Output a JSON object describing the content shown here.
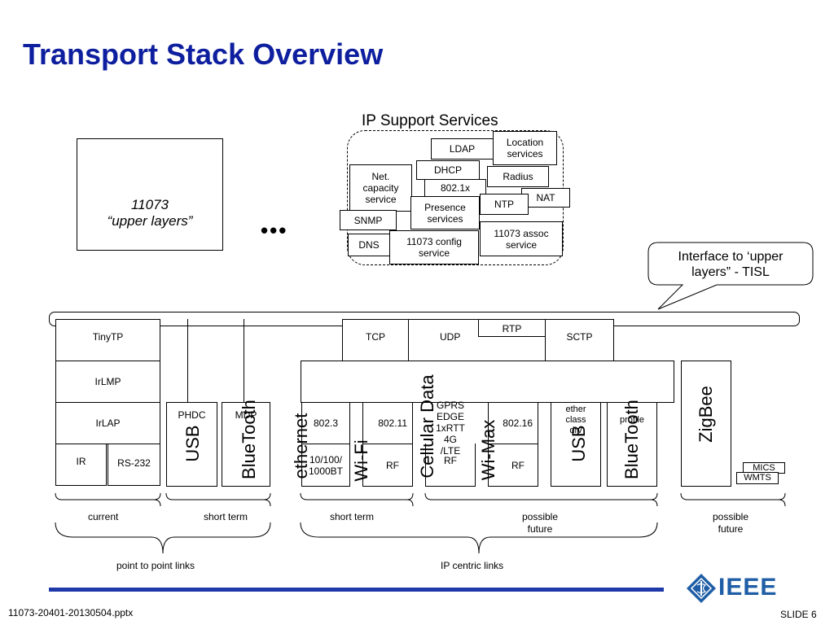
{
  "title": "Transport Stack Overview",
  "upper_layers": {
    "line1": "11073",
    "line2": "“upper layers”"
  },
  "ellipsis": "•••",
  "ip_support": {
    "title": "IP Support Services",
    "ldap": "LDAP",
    "location_services": "Location services",
    "dhcp": "DHCP",
    "radius": "Radius",
    "net_capacity": "Net. capacity service",
    "dot1x": "802.1x",
    "nat": "NAT",
    "presence": "Presence services",
    "ntp": "NTP",
    "snmp": "SNMP",
    "assoc": "11073 assoc service",
    "dns": "DNS",
    "config": "11073 config service"
  },
  "callout": "Interface to ‘upper layers” - TISL",
  "stack": {
    "tinytp": "TinyTP",
    "irlmp": "IrLMP",
    "irlap": "IrLAP",
    "ir": "IR",
    "rs232": "RS-232",
    "phdc": "PHDC",
    "mdp": "MDP",
    "usb": "USB",
    "bluetooth": "BlueTooth",
    "tcp": "TCP",
    "udp": "UDP",
    "rtp": "RTP",
    "sctp": "SCTP",
    "ethernet": "ethernet",
    "e8023": "802.3",
    "e10100": "10/100/ 1000BT",
    "wifi": "Wi-Fi",
    "e80211": "802.11",
    "rf": "RF",
    "cellular": "Cellular Data",
    "gprs": "GPRS EDGE 1xRTT 4G /LTE",
    "wimax": "Wi-Max",
    "e80216": "802.16",
    "ether_class": "ether class drv",
    "profile": "profile",
    "zigbee": "ZigBee",
    "mics": "MICS",
    "wmts": "WMTS"
  },
  "braces": {
    "current": "current",
    "short_term_1": "short term",
    "short_term_2": "short term",
    "possible_future_1": "possible future",
    "possible_future_2": "possible future",
    "point_to_point": "point to point links",
    "ip_centric": "IP centric links"
  },
  "footer": {
    "filename": "11073-20401-20130504.pptx",
    "logo": "IEEE",
    "slide": "SLIDE 6"
  },
  "colors": {
    "title": "#0d1e9e",
    "footer_bar": "#1f3aa8",
    "logo": "#1f5ea6"
  }
}
